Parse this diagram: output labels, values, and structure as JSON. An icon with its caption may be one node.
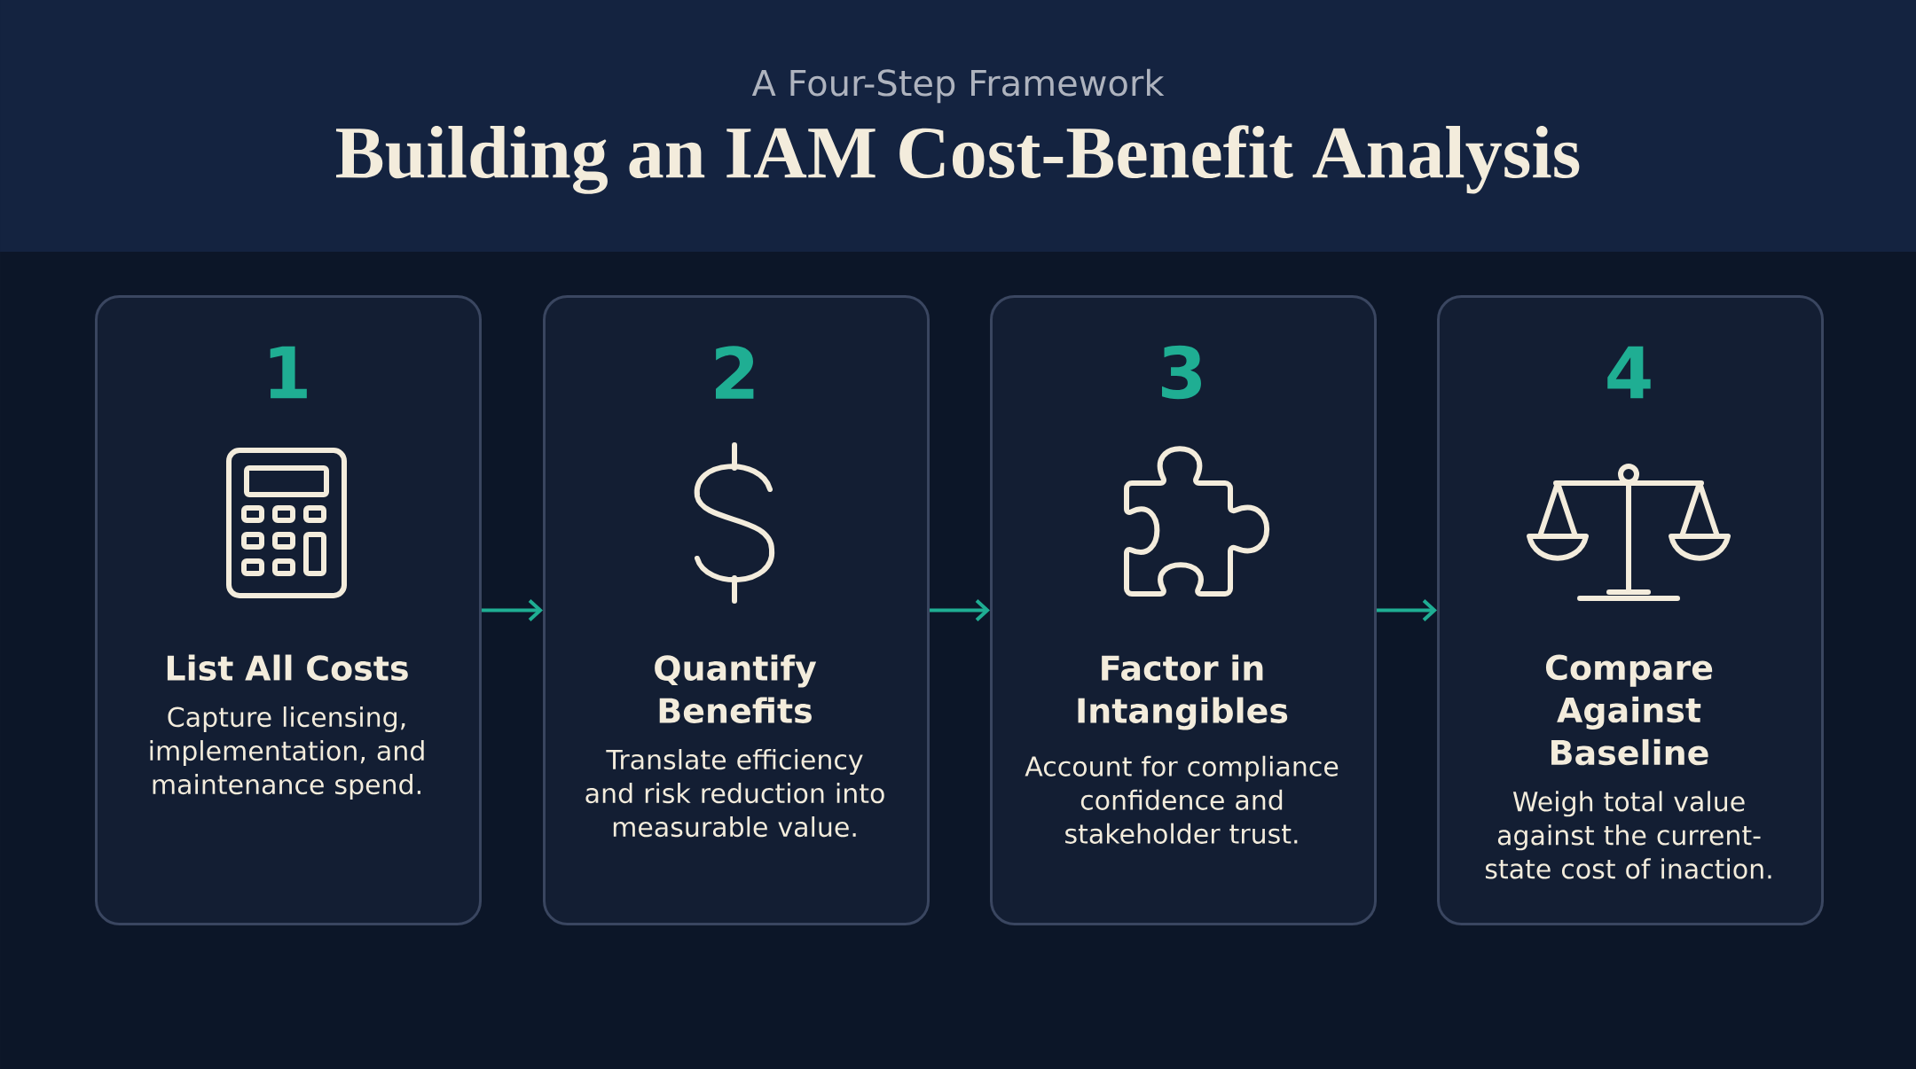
{
  "diagram": {
    "title": "Building an IAM Cost-Benefit Analysis",
    "nodes": [
      {
        "text": [
          "1",
          "List All Costs",
          "Capture licensing, implementation, and maintenance spend."
        ]
      },
      {
        "text": [
          "2",
          "Quantify Benefits",
          "Translate efficiency and risk reduction into measurable value."
        ]
      },
      {
        "text": [
          "3",
          "Factor in Intangibles",
          "Account for compliance confidence and stakeholder trust."
        ]
      },
      {
        "text": [
          "4",
          "Compare Against Baseline",
          "Weigh total value against the current-state cost of inaction."
        ]
      }
    ],
    "edges": [
      {
        "from": 0,
        "to": 1,
        "arrow": "to"
      },
      {
        "from": 1,
        "to": 2,
        "arrow": "to"
      },
      {
        "from": 2,
        "to": 3,
        "arrow": "to"
      }
    ],
    "labels": [
      "A Four-Step Framework"
    ]
  }
}
